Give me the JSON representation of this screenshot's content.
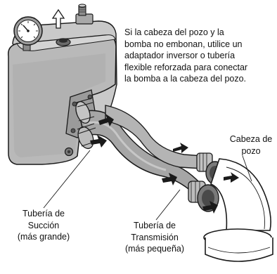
{
  "diagram": {
    "note": {
      "lines": [
        "Si la cabeza del pozo y la",
        "bomba no embonan, utilice un",
        "adaptador inversor o tubería",
        "flexible reforzada para conectar",
        "la bomba a la cabeza del pozo."
      ]
    },
    "labels": {
      "well_head": [
        "Cabeza de",
        "pozo"
      ],
      "suction_pipe": [
        "Tubería de",
        "Succión",
        "(más grande)"
      ],
      "transmission_pipe": [
        "Tubería de",
        "Transmisión",
        "(más pequeña)"
      ]
    },
    "colors": {
      "pump_body": "#b9b9b9",
      "pump_shadow": "#8f8f8f",
      "pipe": "#a6a6a6",
      "well_head": "#ffffff",
      "outline": "#1a1a1a"
    }
  }
}
